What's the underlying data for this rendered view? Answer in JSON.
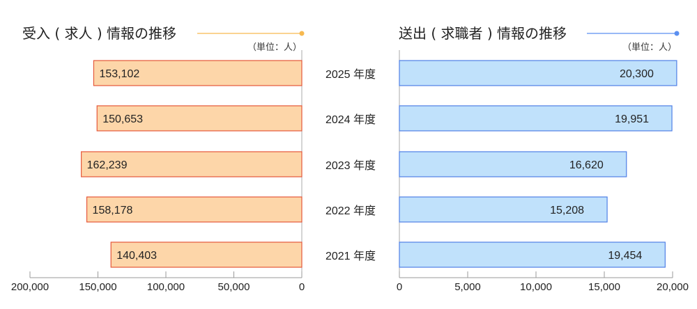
{
  "chart_data": [
    {
      "type": "bar",
      "orientation": "horizontal-reversed",
      "title": "受入 ( 求人 ) 情報の推移",
      "unit": "（単位：人）",
      "categories": [
        "2025 年度",
        "2024 年度",
        "2023 年度",
        "2022 年度",
        "2021 年度"
      ],
      "values": [
        153102,
        150653,
        162239,
        158178,
        140403
      ],
      "value_labels": [
        "153,102",
        "150,653",
        "162,239",
        "158,178",
        "140,403"
      ],
      "xlim": [
        0,
        200000
      ],
      "ticks": [
        200000,
        150000,
        100000,
        50000,
        0
      ],
      "tick_labels": [
        "200,000",
        "150,000",
        "100,000",
        "50,000",
        "0"
      ],
      "colors": {
        "fill": "#fdd6a9",
        "stroke": "#e5573a",
        "accent": "#f7b94f"
      }
    },
    {
      "type": "bar",
      "orientation": "horizontal",
      "title": "送出 ( 求職者 ) 情報の推移",
      "unit": "（単位：人）",
      "categories": [
        "2025 年度",
        "2024 年度",
        "2023 年度",
        "2022 年度",
        "2021 年度"
      ],
      "values": [
        20300,
        19951,
        16620,
        15208,
        19454
      ],
      "value_labels": [
        "20,300",
        "19,951",
        "16,620",
        "15,208",
        "19,454"
      ],
      "xlim": [
        0,
        20000
      ],
      "ticks": [
        0,
        5000,
        10000,
        15000,
        20000
      ],
      "tick_labels": [
        "0",
        "5,000",
        "10,000",
        "15,000",
        "20,000"
      ],
      "colors": {
        "fill": "#c0e1fb",
        "stroke": "#4f7fe6",
        "accent": "#5b8ff0"
      }
    }
  ]
}
